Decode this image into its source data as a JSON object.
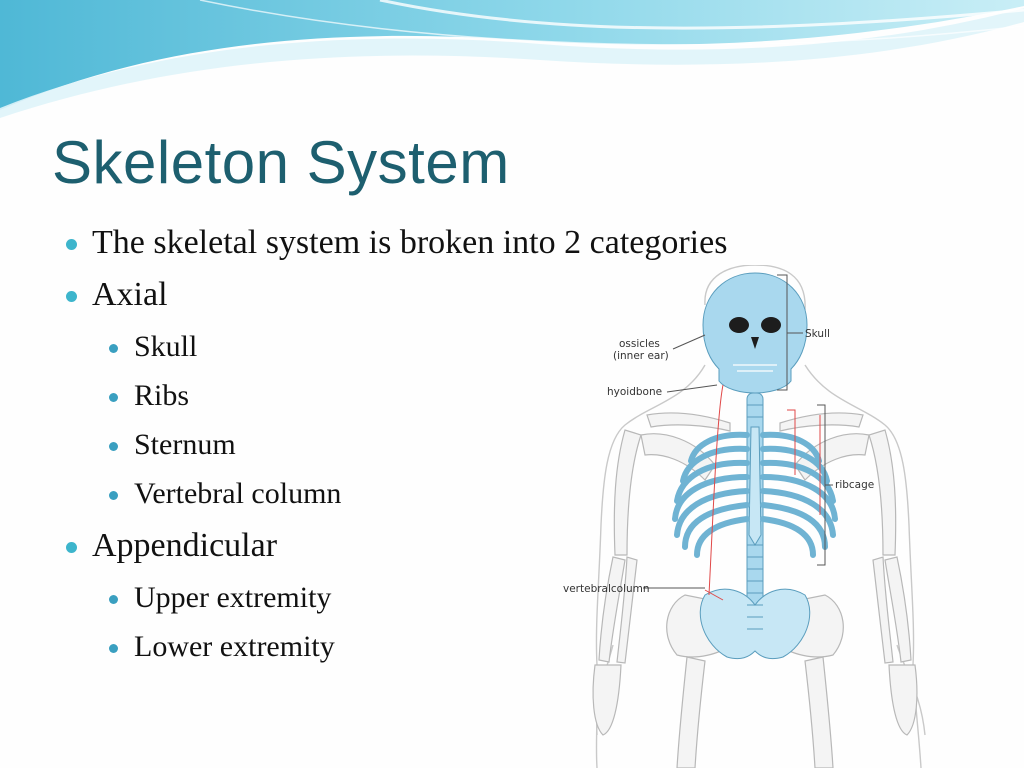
{
  "slide": {
    "title": "Skeleton System",
    "bullets": [
      {
        "text": "The skeletal system is broken into 2 categories",
        "level": 1
      },
      {
        "text": "Axial",
        "level": 1
      },
      {
        "text": "Skull",
        "level": 2
      },
      {
        "text": "Ribs",
        "level": 2
      },
      {
        "text": "Sternum",
        "level": 2
      },
      {
        "text": "Vertebral column",
        "level": 2
      },
      {
        "text": "Appendicular",
        "level": 1
      },
      {
        "text": "Upper extremity",
        "level": 2
      },
      {
        "text": "Lower extremity",
        "level": 2
      }
    ]
  },
  "diagram": {
    "labels": {
      "ossicles_line1": "ossicles",
      "ossicles_line2": "(inner ear)",
      "hyoid": "hyoidbone",
      "skull": "Skull",
      "ribcage": "ribcage",
      "vertebral": "vertebralcolumn"
    }
  },
  "colors": {
    "title": "#1d5f6f",
    "bullet_accent": "#3db5cc",
    "axial_bone": "#a9d8ee",
    "wave": "#5cc3dd"
  }
}
